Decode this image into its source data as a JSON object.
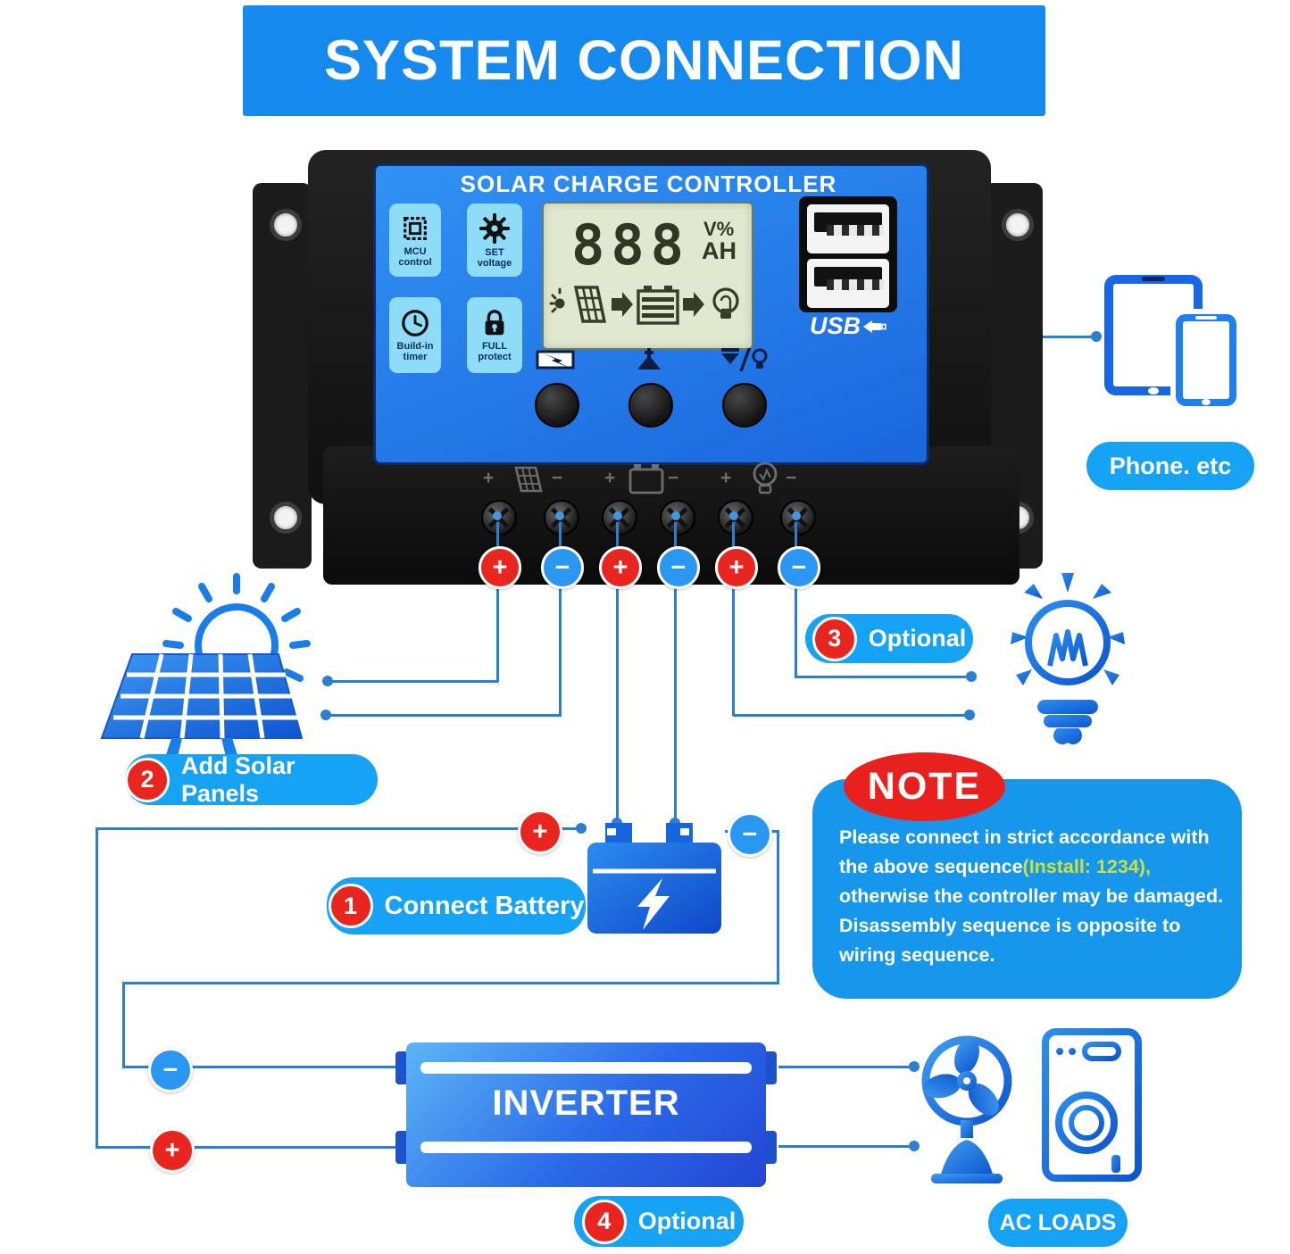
{
  "banner": {
    "title": "SYSTEM CONNECTION"
  },
  "controller": {
    "title": "SOLAR CHARGE CONTROLLER",
    "tiles": [
      {
        "line1": "MCU",
        "line2": "control"
      },
      {
        "line1": "SET",
        "line2": "voltage"
      },
      {
        "line1": "Build-in",
        "line2": "timer"
      },
      {
        "line1": "FULL",
        "line2": "protect"
      }
    ],
    "lcd": {
      "digits": "888",
      "unit_top": "V%",
      "unit_bottom": "AH"
    },
    "usb_label": "USB",
    "terminals": {
      "groups": [
        {
          "plus": "+",
          "minus": "−"
        },
        {
          "plus": "+",
          "minus": "−"
        },
        {
          "plus": "+",
          "minus": "−"
        }
      ],
      "polarities": [
        "+",
        "−",
        "+",
        "−",
        "+",
        "−"
      ]
    }
  },
  "connections": {
    "phone_label": "Phone. etc",
    "battery_plus": "+",
    "battery_minus": "−",
    "inverter_minus": "−",
    "inverter_plus": "+",
    "inverter_label": "INVERTER",
    "ac_loads_label": "AC LOADS"
  },
  "steps": {
    "step1": {
      "num": "1",
      "label": "Connect Battery"
    },
    "step2": {
      "num": "2",
      "label": "Add Solar Panels"
    },
    "step3": {
      "num": "3",
      "label": "Optional"
    },
    "step4": {
      "num": "4",
      "label": "Optional"
    }
  },
  "note": {
    "title": "NOTE",
    "line1": "Please connect in strict accordance with",
    "line2_pre": "the above sequence",
    "line2_highlight": "(Install: 1234),",
    "line3": "otherwise the controller may be damaged.",
    "line4": "Disassembly sequence is opposite to",
    "line5": "wiring sequence."
  },
  "colors": {
    "banner_blue": "#1689ee",
    "pill_blue": "#16a2f5",
    "wire_blue": "#2b7fd0",
    "red": "#e8251f",
    "note_highlight": "#cbe23e",
    "device_face": "#1f7ce8",
    "tile_bg": "#8edcf8",
    "lcd_bg": "#e0e8d0",
    "icon_blue": "#1a78e8"
  }
}
